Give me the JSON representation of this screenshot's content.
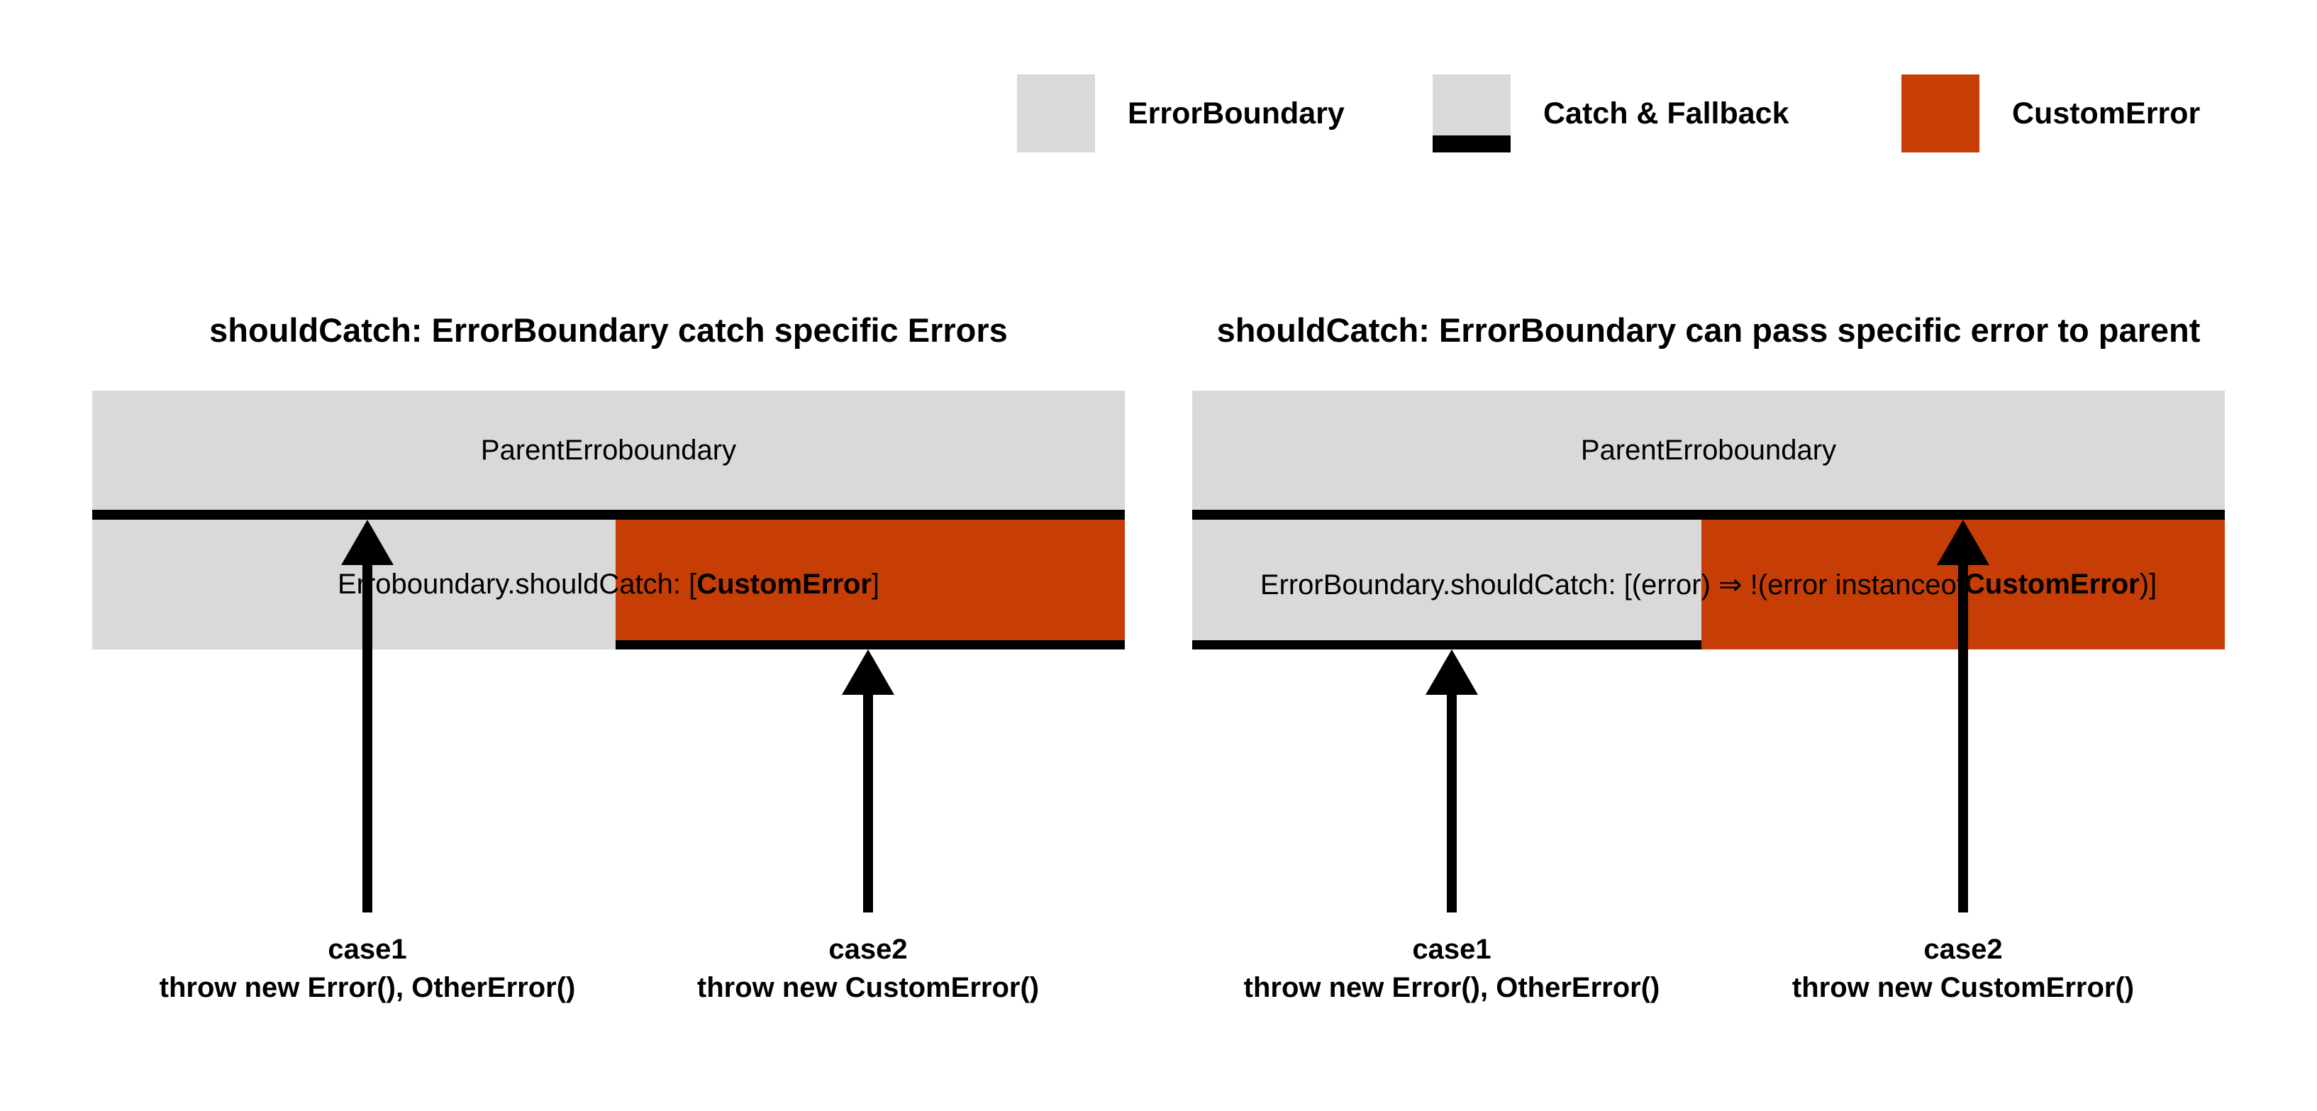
{
  "legend": {
    "items": [
      {
        "label": "ErrorBoundary",
        "swatch": "boundary-gray"
      },
      {
        "label": "Catch & Fallback",
        "swatch": "gray-with-black-catch-bar"
      },
      {
        "label": "CustomError",
        "swatch": "custom-error-orange"
      }
    ]
  },
  "colors": {
    "boundary_gray": "#D9D9D9",
    "custom_error_orange": "#C63E06",
    "catch_black": "#000000"
  },
  "diagrams": [
    {
      "title": "shouldCatch: ErrorBoundary catch specific Errors",
      "parent_label": "ParentErroboundary",
      "child_label": {
        "prefix": "Erroboundary.shouldCatch: [",
        "bold": "CustomError",
        "suffix": "]"
      },
      "case1": {
        "name": "case1",
        "code": "throw new Error(), OtherError()"
      },
      "case2": {
        "name": "case2",
        "code": "throw new CustomError()"
      }
    },
    {
      "title": "shouldCatch: ErrorBoundary can pass specific error to parent",
      "parent_label": "ParentErroboundary",
      "child_label": {
        "prefix": "ErrorBoundary.shouldCatch: [(error) ⇒ !(error instanceof ",
        "bold": "CustomError",
        "suffix": ")]"
      },
      "case1": {
        "name": "case1",
        "code": "throw new Error(), OtherError()"
      },
      "case2": {
        "name": "case2",
        "code": "throw new CustomError()"
      }
    }
  ]
}
